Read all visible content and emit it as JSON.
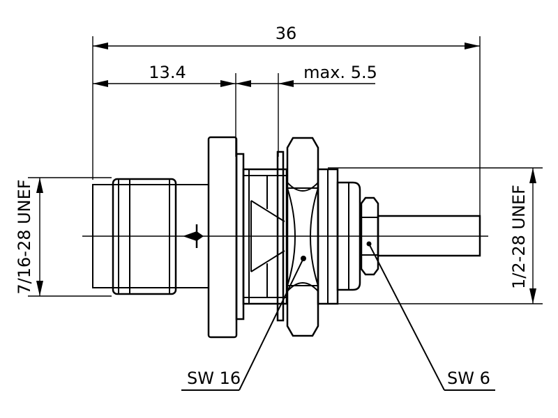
{
  "dimensions": {
    "overall_length": "36",
    "body_length": "13.4",
    "max_panel": "max. 5.5"
  },
  "threads": {
    "left": "7/16-28 UNEF",
    "right": "1/2-28 UNEF"
  },
  "callouts": {
    "wrench_large": "SW 16",
    "wrench_small": "SW 6"
  }
}
